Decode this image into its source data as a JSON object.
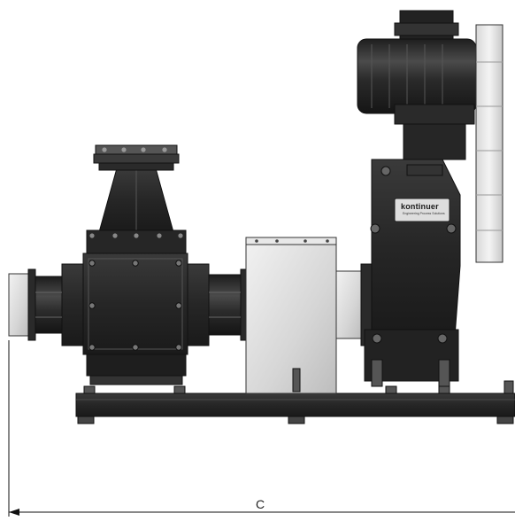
{
  "drawing": {
    "dimension_label": "C",
    "brand": {
      "name": "kontinuer",
      "tagline": "Engineering Process Solutions"
    },
    "colors": {
      "dark_metal": "#2b2b2b",
      "steel": "#d4d4d4",
      "line": "#111111"
    }
  }
}
